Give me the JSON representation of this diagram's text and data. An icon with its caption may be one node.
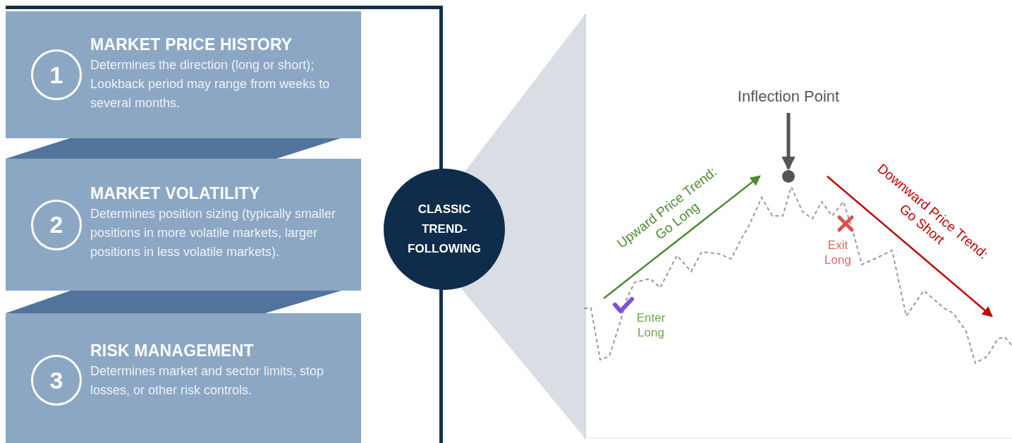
{
  "diagram": {
    "nodes": [
      {
        "text": [
          "1",
          "MARKET PRICE HISTORY",
          "Determines the direction (long or short); Lookback period may range from weeks to several months."
        ]
      },
      {
        "text": [
          "2",
          "MARKET VOLATILITY",
          "Determines position sizing (typically smaller positions in more volatile markets, larger positions in less volatile markets)."
        ]
      },
      {
        "text": [
          "3",
          "RISK MANAGEMENT",
          "Determines market and sector limits, stop losses, or other risk controls."
        ]
      },
      {
        "text": [
          "CLASSIC TREND-FOLLOWING"
        ]
      },
      {
        "text": [
          "Inflection Point"
        ]
      },
      {
        "text": [],
        "shape": "circle"
      }
    ],
    "edges": [
      {
        "from": 4,
        "to": 5,
        "arrow": "to"
      }
    ],
    "labels": [
      "Upward Price Trend: Go Long",
      "Enter Long",
      "Exit Long",
      "Downward Price Trend: Go Short"
    ]
  }
}
